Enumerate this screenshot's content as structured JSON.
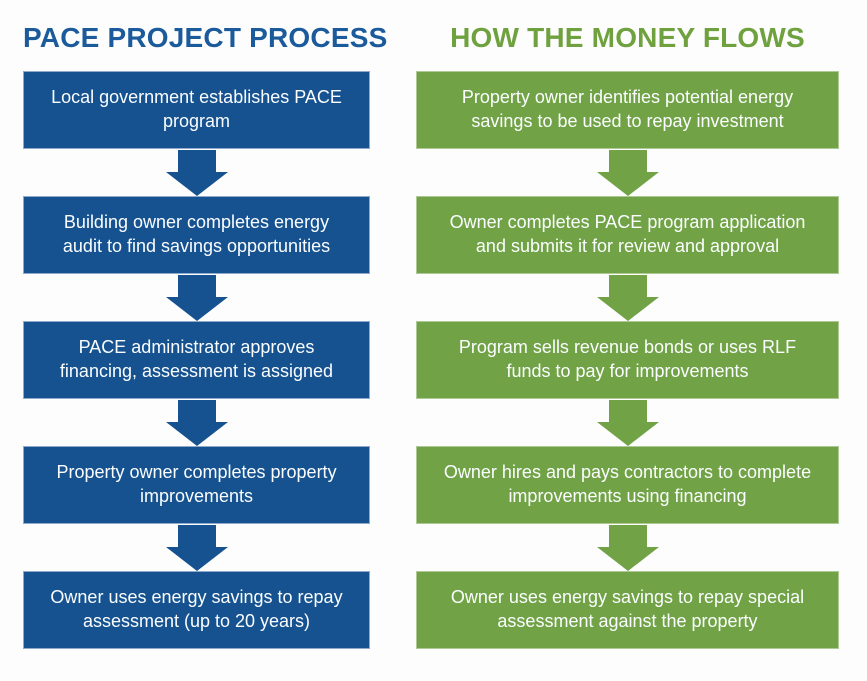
{
  "colors": {
    "blue": "#15528F",
    "blue_border": "#8FAACB",
    "green": "#71A346",
    "green_border": "#AEC996",
    "title_blue": "#1B5A9B",
    "title_green": "#6FA23E",
    "text": "#FBFDFF",
    "background": "#FDFDFD"
  },
  "columns": [
    {
      "id": "pace-project-process",
      "title": "PACE PROJECT PROCESS",
      "steps": [
        "Local government establishes PACE program",
        "Building owner completes energy audit to find savings opportunities",
        "PACE administrator approves financing, assessment is assigned",
        "Property owner completes property improvements",
        "Owner uses energy savings to repay assessment (up to 20 years)"
      ]
    },
    {
      "id": "how-the-money-flows",
      "title": "HOW THE MONEY FLOWS",
      "steps": [
        "Property owner identifies potential energy savings to be used to repay investment",
        "Owner completes PACE program application and submits it for review and approval",
        "Program sells revenue bonds or uses RLF funds to pay for improvements",
        "Owner hires and pays contractors to complete improvements using financing",
        "Owner uses energy savings to repay special assessment against the property"
      ]
    }
  ]
}
